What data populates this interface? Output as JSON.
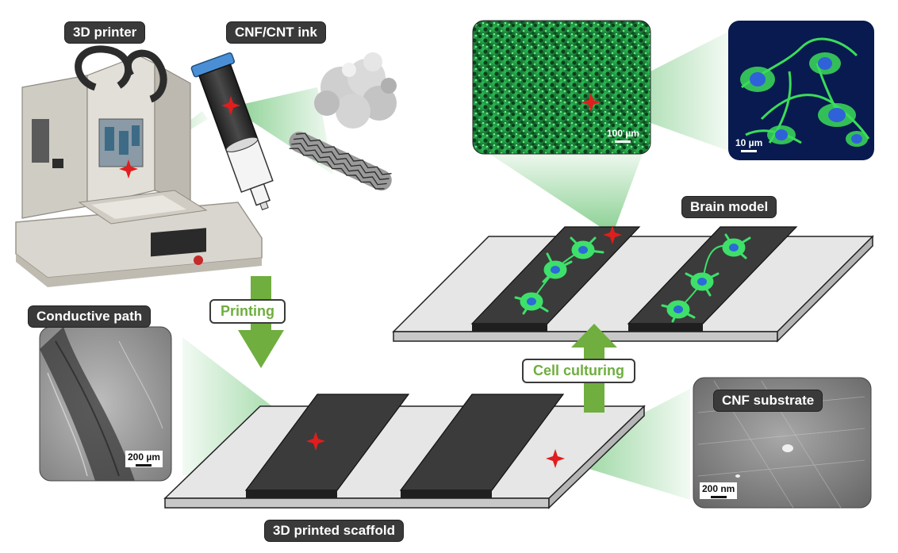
{
  "labels": {
    "printer": "3D printer",
    "ink": "CNF/CNT ink",
    "conductive_path": "Conductive path",
    "brain_model": "Brain model",
    "cnf_substrate": "CNF substrate",
    "scaffold": "3D printed scaffold"
  },
  "steps": {
    "printing": "Printing",
    "cell_culturing": "Cell culturing"
  },
  "scale_bars": {
    "fluorescence_large": "100 µm",
    "fluorescence_small": "10 µm",
    "sem_path": "200 µm",
    "sem_substrate": "200 nm"
  },
  "colors": {
    "accent_green": "#6fae3f",
    "neuron_green": "#3ee06a",
    "nucleus_blue": "#2a6bd6",
    "track_dark": "#3b3b3b",
    "plate_light": "#e6e6e6",
    "marker_red": "#e11d1d"
  }
}
